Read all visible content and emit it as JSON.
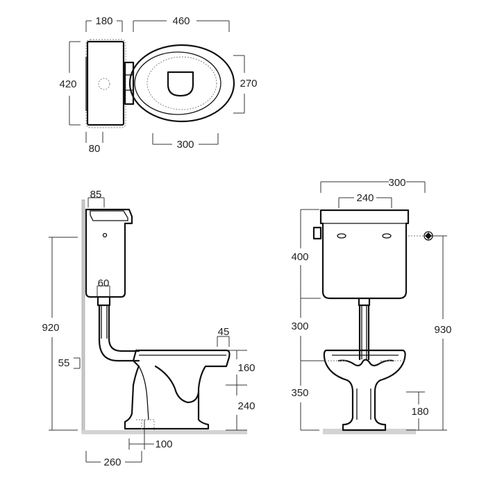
{
  "top_view": {
    "dims": {
      "tank_width": "180",
      "bowl_length": "460",
      "depth": "420",
      "bowl_width": "270",
      "tank_offset": "80",
      "seat_opening": "300"
    }
  },
  "side_view": {
    "dims": {
      "tank_top": "85",
      "total_height": "920",
      "flush_pipe": "60",
      "outlet_rise": "45",
      "bowl_upper": "160",
      "bowl_lower": "240",
      "outlet_height": "55",
      "outlet_center": "100",
      "wall_distance": "260"
    }
  },
  "front_view": {
    "dims": {
      "tank_width": "300",
      "tank_inner": "240",
      "tank_height": "400",
      "pipe_length": "300",
      "bowl_height": "350",
      "total_height": "930",
      "inlet_height": "180"
    }
  }
}
